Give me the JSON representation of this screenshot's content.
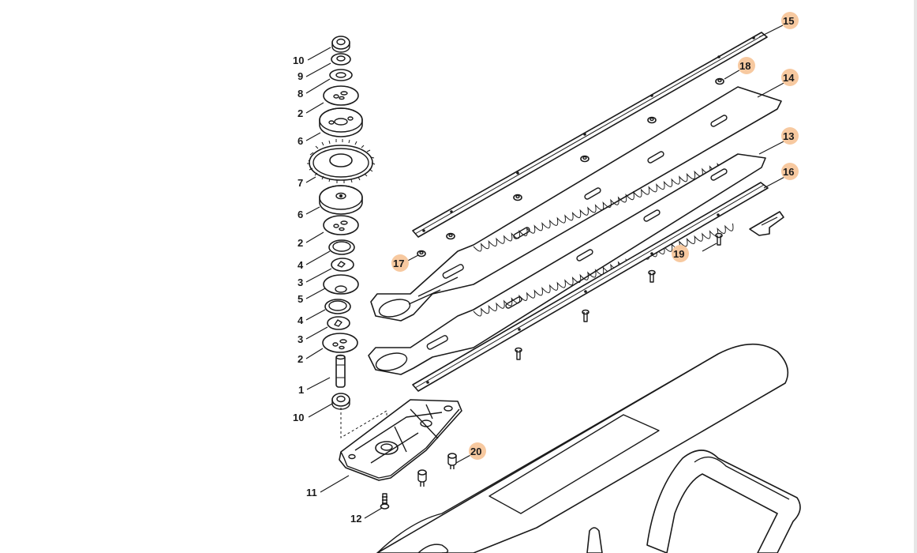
{
  "highlight_color": "#f7c9a0",
  "line_color": "#1a1a1a",
  "callouts": {
    "c10a": "10",
    "c9": "9",
    "c8": "8",
    "c2a": "2",
    "c6a": "6",
    "c7": "7",
    "c6b": "6",
    "c2b": "2",
    "c4a": "4",
    "c3a": "3",
    "c5": "5",
    "c4b": "4",
    "c3b": "3",
    "c2c": "2",
    "c1": "1",
    "c10b": "10",
    "c11": "11",
    "c12": "12",
    "c15": "15",
    "c18": "18",
    "c14": "14",
    "c13": "13",
    "c16": "16",
    "c17": "17",
    "c19": "19",
    "c20": "20"
  }
}
